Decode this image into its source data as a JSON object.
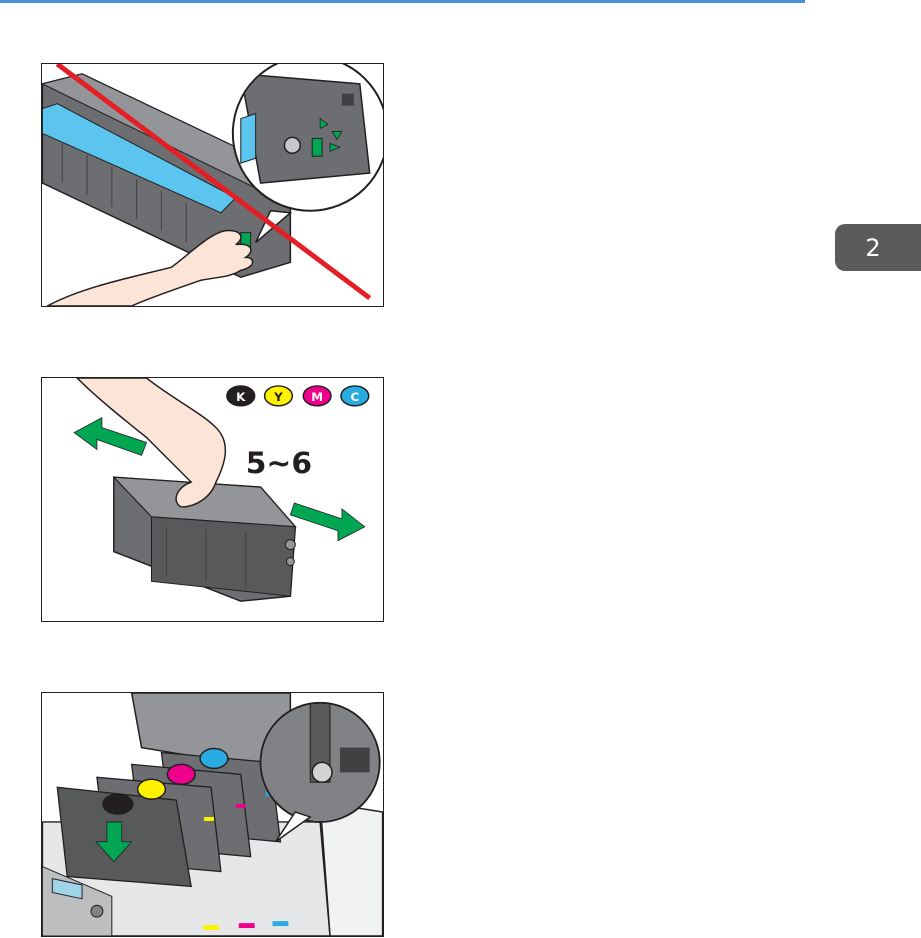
{
  "chapter_tab": {
    "number": "2"
  },
  "figure2": {
    "shake_count": "5~6",
    "color_badges": [
      {
        "letter": "K",
        "color": "#231f20",
        "text_color": "#ffffff"
      },
      {
        "letter": "Y",
        "color": "#fff200",
        "text_color": "#231f20"
      },
      {
        "letter": "M",
        "color": "#ec008c",
        "text_color": "#ffffff"
      },
      {
        "letter": "C",
        "color": "#29abe2",
        "text_color": "#ffffff"
      }
    ]
  },
  "colors": {
    "accent_blue": "#4a90d9",
    "tab_gray": "#5b5b5d",
    "prohibition_red": "#e31e24",
    "arrow_green": "#00a651",
    "drum_cyan": "#5bc5f0"
  }
}
